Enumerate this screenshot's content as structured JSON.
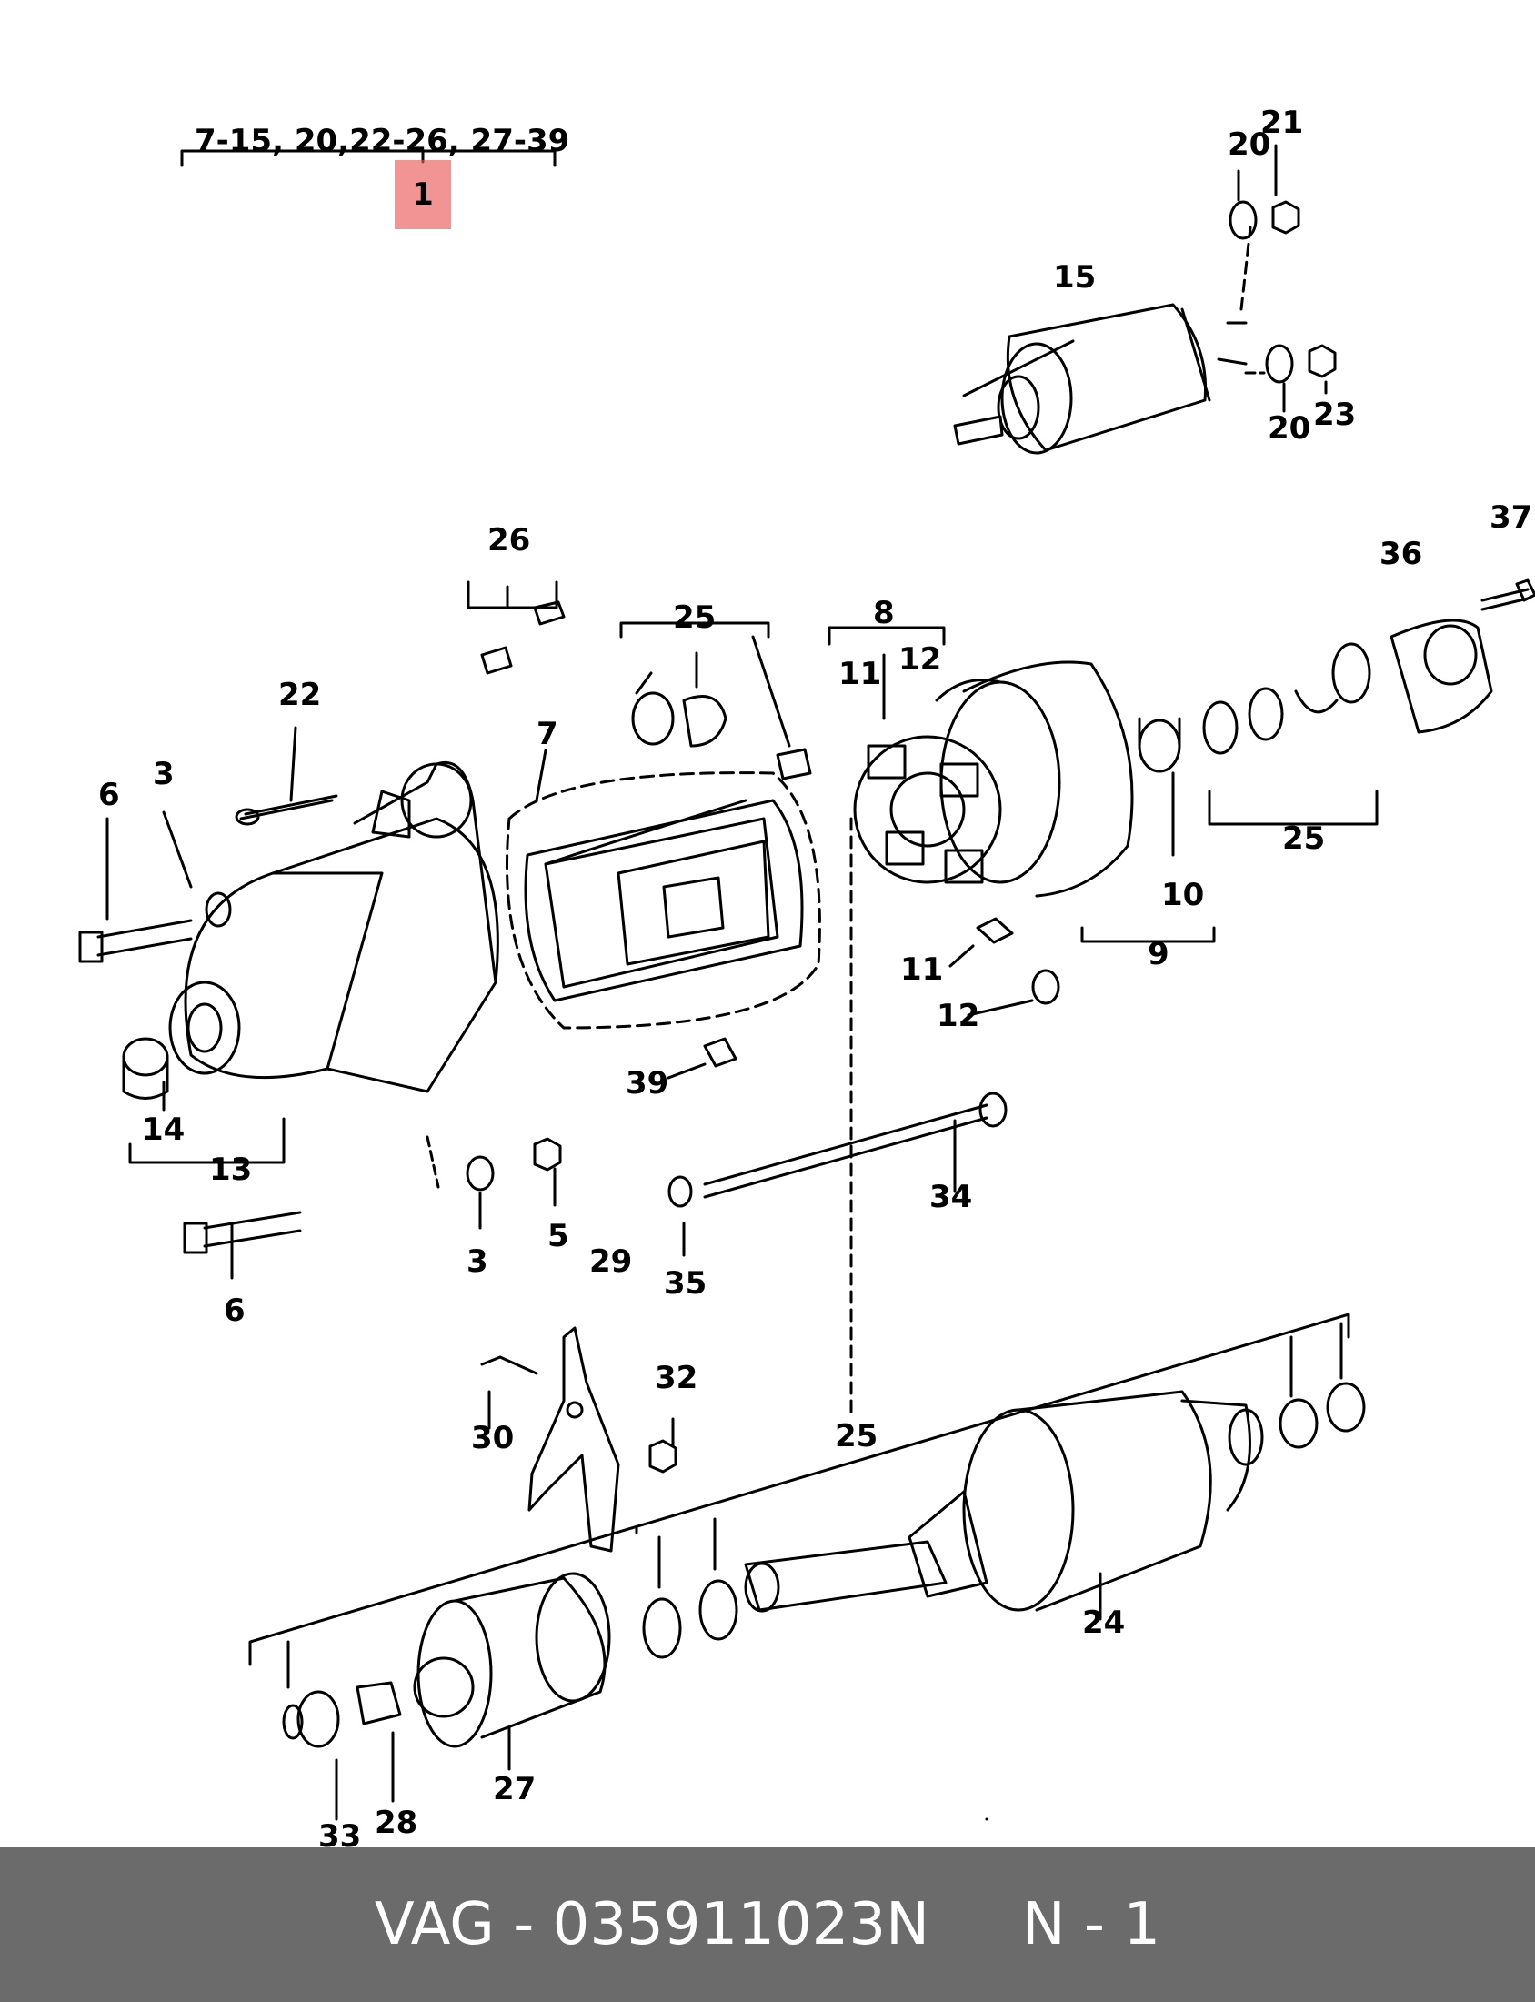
{
  "header": {
    "group_label": "7-15, 20,22-26, 27-39",
    "selected_part": "1"
  },
  "parts": [
    {
      "id": "p1",
      "num": "1"
    },
    {
      "id": "p3a",
      "num": "3"
    },
    {
      "id": "p3b",
      "num": "3"
    },
    {
      "id": "p5",
      "num": "5"
    },
    {
      "id": "p6a",
      "num": "6"
    },
    {
      "id": "p6b",
      "num": "6"
    },
    {
      "id": "p7",
      "num": "7"
    },
    {
      "id": "p8",
      "num": "8"
    },
    {
      "id": "p9",
      "num": "9"
    },
    {
      "id": "p10",
      "num": "10"
    },
    {
      "id": "p11a",
      "num": "11"
    },
    {
      "id": "p11b",
      "num": "11"
    },
    {
      "id": "p12a",
      "num": "12"
    },
    {
      "id": "p12b",
      "num": "12"
    },
    {
      "id": "p13",
      "num": "13"
    },
    {
      "id": "p14",
      "num": "14"
    },
    {
      "id": "p15",
      "num": "15"
    },
    {
      "id": "p20a",
      "num": "20"
    },
    {
      "id": "p20b",
      "num": "20"
    },
    {
      "id": "p21",
      "num": "21"
    },
    {
      "id": "p22",
      "num": "22"
    },
    {
      "id": "p23",
      "num": "23"
    },
    {
      "id": "p24",
      "num": "24"
    },
    {
      "id": "p25a",
      "num": "25"
    },
    {
      "id": "p25b",
      "num": "25"
    },
    {
      "id": "p25c",
      "num": "25"
    },
    {
      "id": "p26",
      "num": "26"
    },
    {
      "id": "p27",
      "num": "27"
    },
    {
      "id": "p28",
      "num": "28"
    },
    {
      "id": "p29",
      "num": "29"
    },
    {
      "id": "p30",
      "num": "30"
    },
    {
      "id": "p32",
      "num": "32"
    },
    {
      "id": "p33",
      "num": "33"
    },
    {
      "id": "p34",
      "num": "34"
    },
    {
      "id": "p35",
      "num": "35"
    },
    {
      "id": "p36",
      "num": "36"
    },
    {
      "id": "p37",
      "num": "37"
    },
    {
      "id": "p39",
      "num": "39"
    }
  ],
  "footer": {
    "text": "VAG - 035911023N     N - 1"
  }
}
